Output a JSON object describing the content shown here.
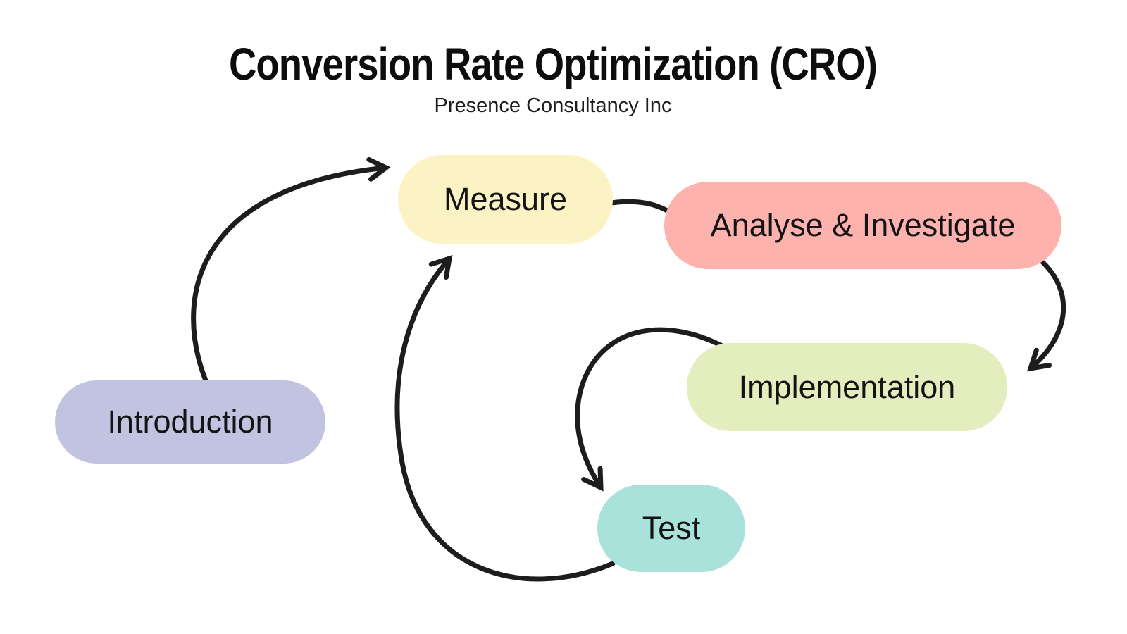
{
  "header": {
    "title": "Conversion Rate Optimization (CRO)",
    "subtitle": "Presence Consultancy Inc"
  },
  "diagram": {
    "arrow_color": "#1d1d1f",
    "background_color": "#ffffff",
    "nodes": [
      {
        "id": "introduction",
        "label": "Introduction",
        "color": "#c2c3e0"
      },
      {
        "id": "measure",
        "label": "Measure",
        "color": "#fcf3c5"
      },
      {
        "id": "analyse",
        "label": "Analyse & Investigate",
        "color": "#fdb2ae"
      },
      {
        "id": "implementation",
        "label": "Implementation",
        "color": "#e3edbd"
      },
      {
        "id": "test",
        "label": "Test",
        "color": "#a9e2db"
      }
    ],
    "edges": [
      {
        "from": "introduction",
        "to": "measure",
        "arrowhead": true
      },
      {
        "from": "measure",
        "to": "analyse",
        "arrowhead": false
      },
      {
        "from": "analyse",
        "to": "implementation",
        "arrowhead": true
      },
      {
        "from": "implementation",
        "to": "test",
        "arrowhead": true
      },
      {
        "from": "test",
        "to": "measure",
        "arrowhead": true
      }
    ]
  }
}
